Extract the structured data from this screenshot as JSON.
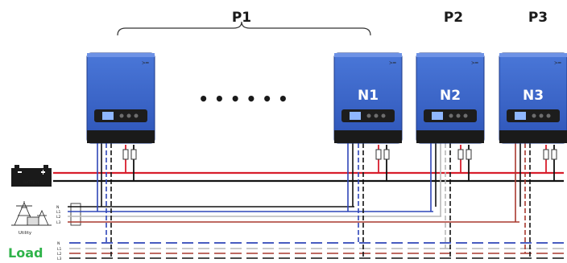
{
  "groups": {
    "p1": "P1",
    "p2": "P2",
    "p3": "P3"
  },
  "units": {
    "n1": "N1",
    "n2": "N2",
    "n3": "N3"
  },
  "ellipsis": "• • • • • •",
  "battery_label": "BATTERY",
  "utility_label": "Utility",
  "load_label": "Load",
  "phase_labels": [
    "N",
    "L1",
    "L2",
    "L3"
  ],
  "colors": {
    "inverter_blue": "#3a63c8",
    "positive": "#d81e2c",
    "negative": "#111111",
    "l1": "#2f46b8",
    "l2": "#b8b8b8",
    "l3": "#a8382e",
    "load_label": "#2fb34a"
  }
}
